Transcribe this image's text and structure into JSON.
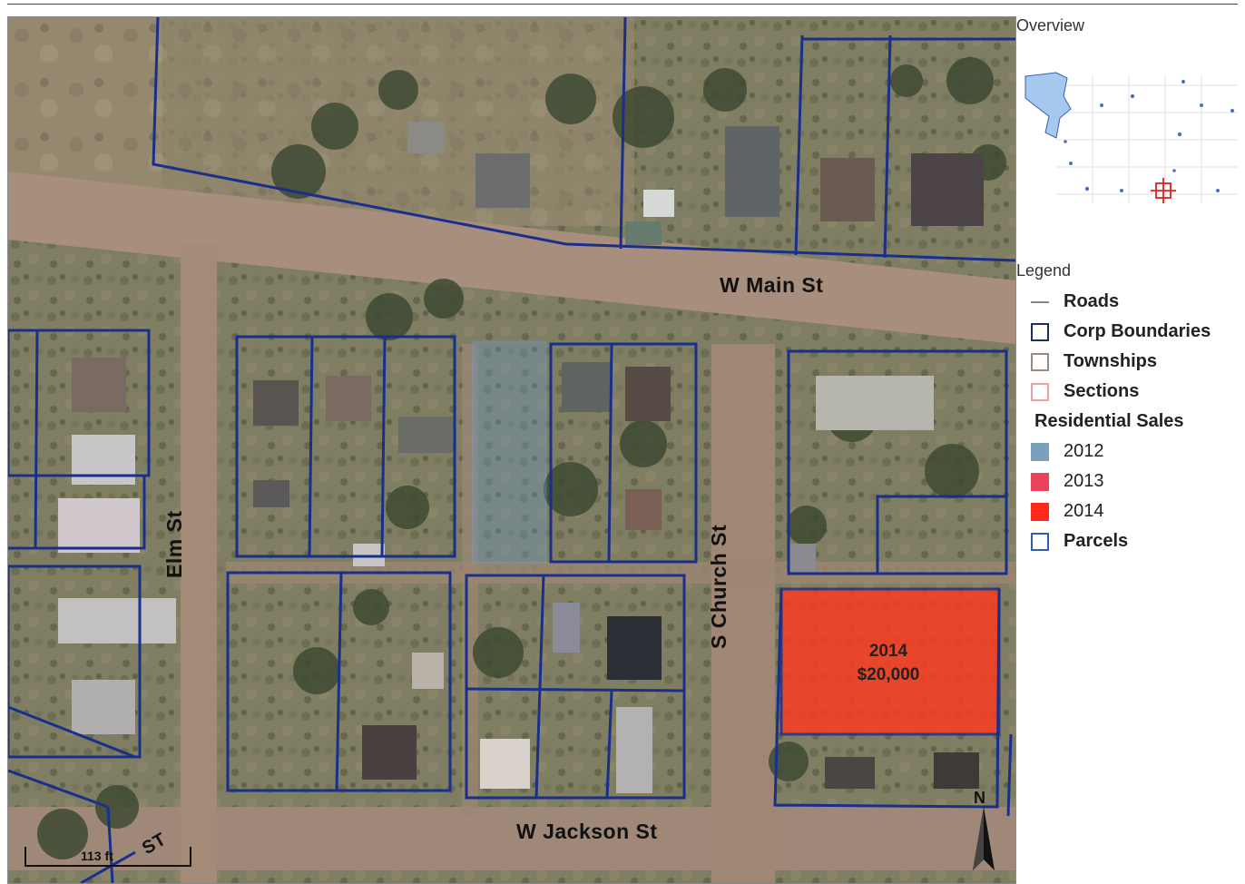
{
  "map": {
    "streets": {
      "main": "W   Main St",
      "jackson": "W   Jackson St",
      "elm": "Elm St",
      "church": "S  Church St",
      "st_fragment": "ST"
    },
    "sale_label": {
      "year": "2014",
      "price": "$20,000"
    },
    "scale": "113 ft",
    "north": "N",
    "colors": {
      "parcel_line": "#1a2f8c",
      "sale_2012": "#6a9ac9",
      "sale_2014": "#ff3a1e"
    }
  },
  "overview": {
    "title": "Overview"
  },
  "legend": {
    "title": "Legend",
    "items": [
      {
        "label": "Roads",
        "symbol": "line",
        "color": "#888888"
      },
      {
        "label": "Corp Boundaries",
        "symbol": "box",
        "color": "#1a2f5c"
      },
      {
        "label": "Townships",
        "symbol": "box",
        "color": "#9a8a80"
      },
      {
        "label": "Sections",
        "symbol": "box",
        "color": "#f0a0a0"
      }
    ],
    "residential_heading": "Residential Sales",
    "sales": [
      {
        "label": "2012",
        "color": "#7aa0bc"
      },
      {
        "label": "2013",
        "color": "#e8435a"
      },
      {
        "label": "2014",
        "color": "#ff2a1a"
      }
    ],
    "parcels": {
      "label": "Parcels",
      "color": "#2d5db5"
    }
  }
}
